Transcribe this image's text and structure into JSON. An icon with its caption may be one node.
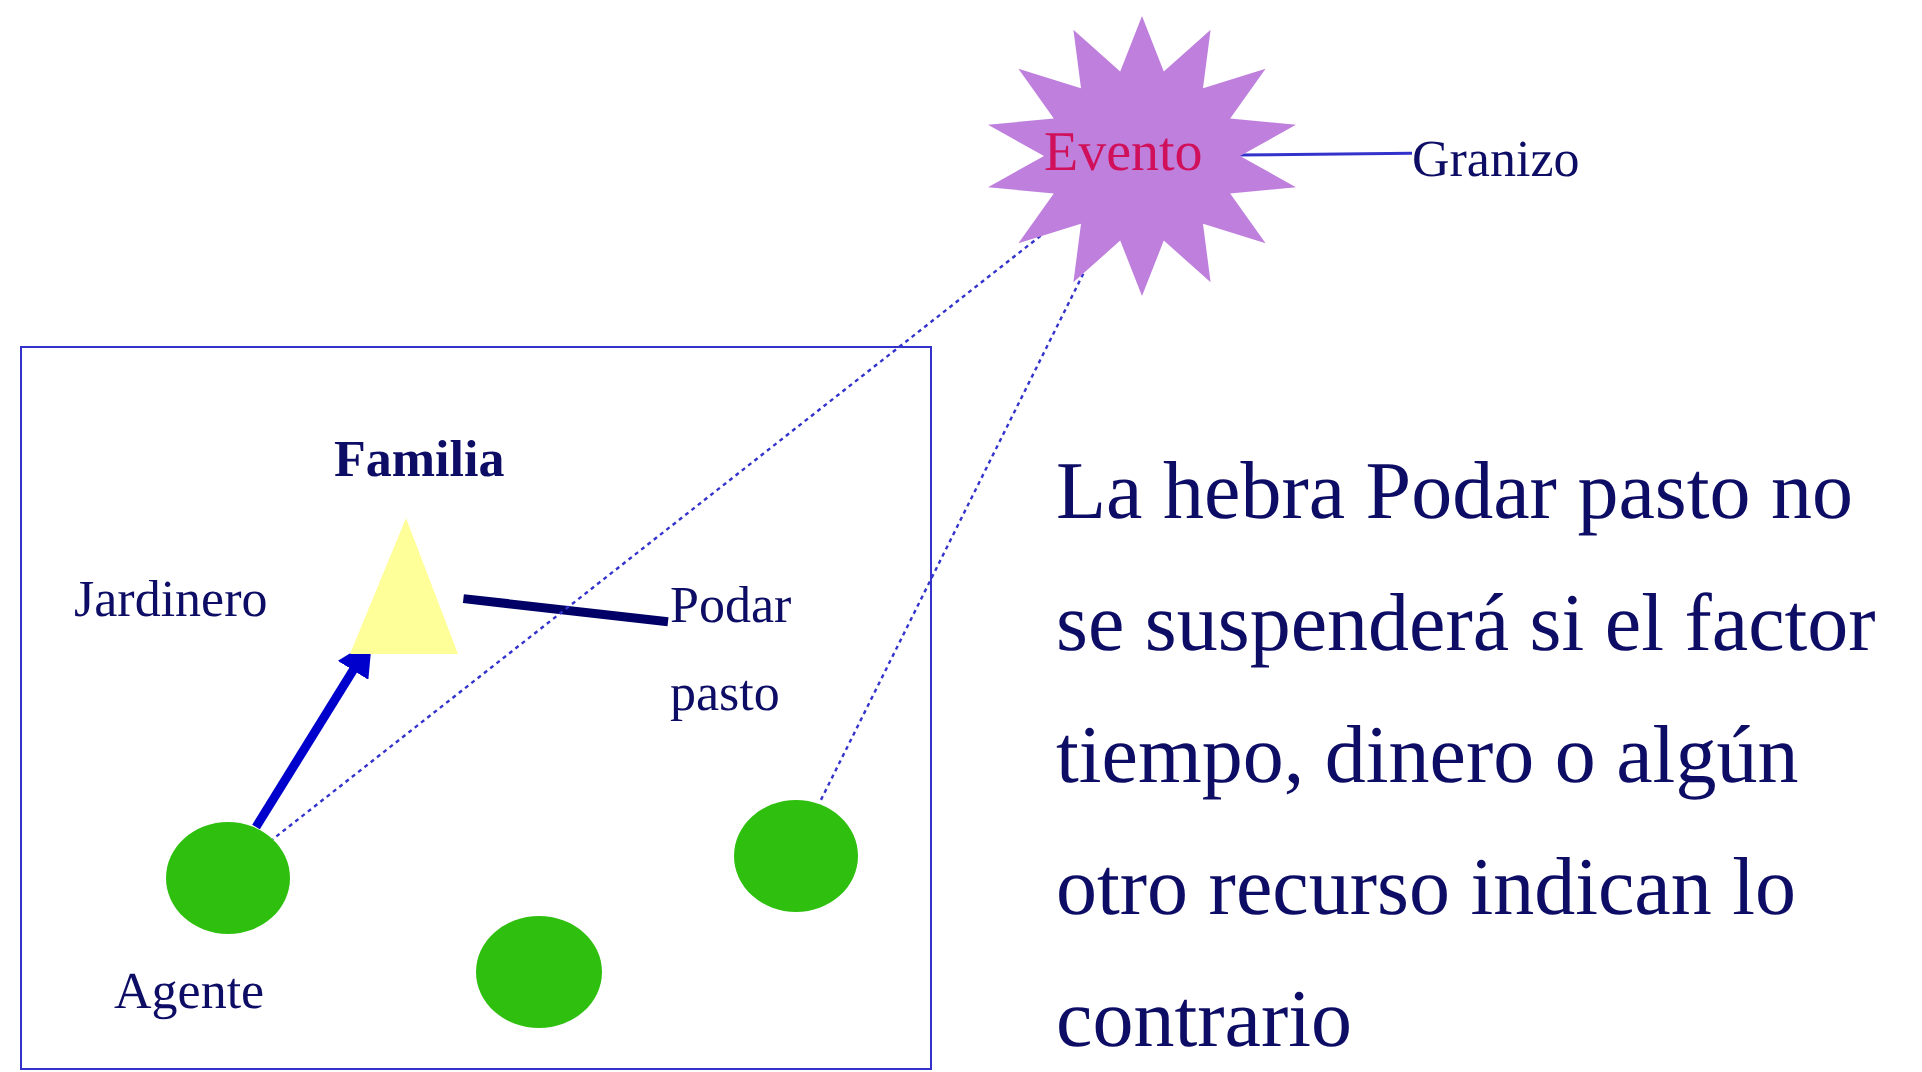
{
  "diagram": {
    "nodes": [
      {
        "text": [
          "Evento"
        ]
      },
      {
        "text": [
          "Granizo"
        ]
      },
      {
        "text": [],
        "shape": "box"
      },
      {
        "text": [
          "Familia"
        ],
        "beside": [
          "Jardinero"
        ],
        "in": 2
      },
      {
        "text": [
          "Podar pasto"
        ],
        "in": 2
      },
      {
        "text": [],
        "shape": "circle",
        "beside": [
          "Agente"
        ],
        "in": 2
      },
      {
        "text": [],
        "shape": "circle",
        "in": 2
      },
      {
        "text": [],
        "shape": "circle",
        "in": 2
      }
    ],
    "edges": [
      {
        "from": 0,
        "to": 1,
        "arrow": "none",
        "color": "#3333cc"
      },
      {
        "from": 3,
        "to": 4,
        "arrow": "none",
        "style": "thick",
        "color": "#000066"
      },
      {
        "from": 5,
        "to": 3,
        "arrow": "to",
        "style": "thick",
        "color": "#0000cc"
      },
      {
        "from": 0,
        "to": 5,
        "arrow": "none",
        "style": "dashed",
        "color": "#3333cc"
      },
      {
        "from": 0,
        "to": 7,
        "arrow": "none",
        "style": "dashed",
        "color": "#3333cc"
      }
    ],
    "labels": [
      "La hebra Podar pasto no se suspenderá si el factor tiempo, dinero o algún otro recurso indican lo contrario"
    ]
  }
}
